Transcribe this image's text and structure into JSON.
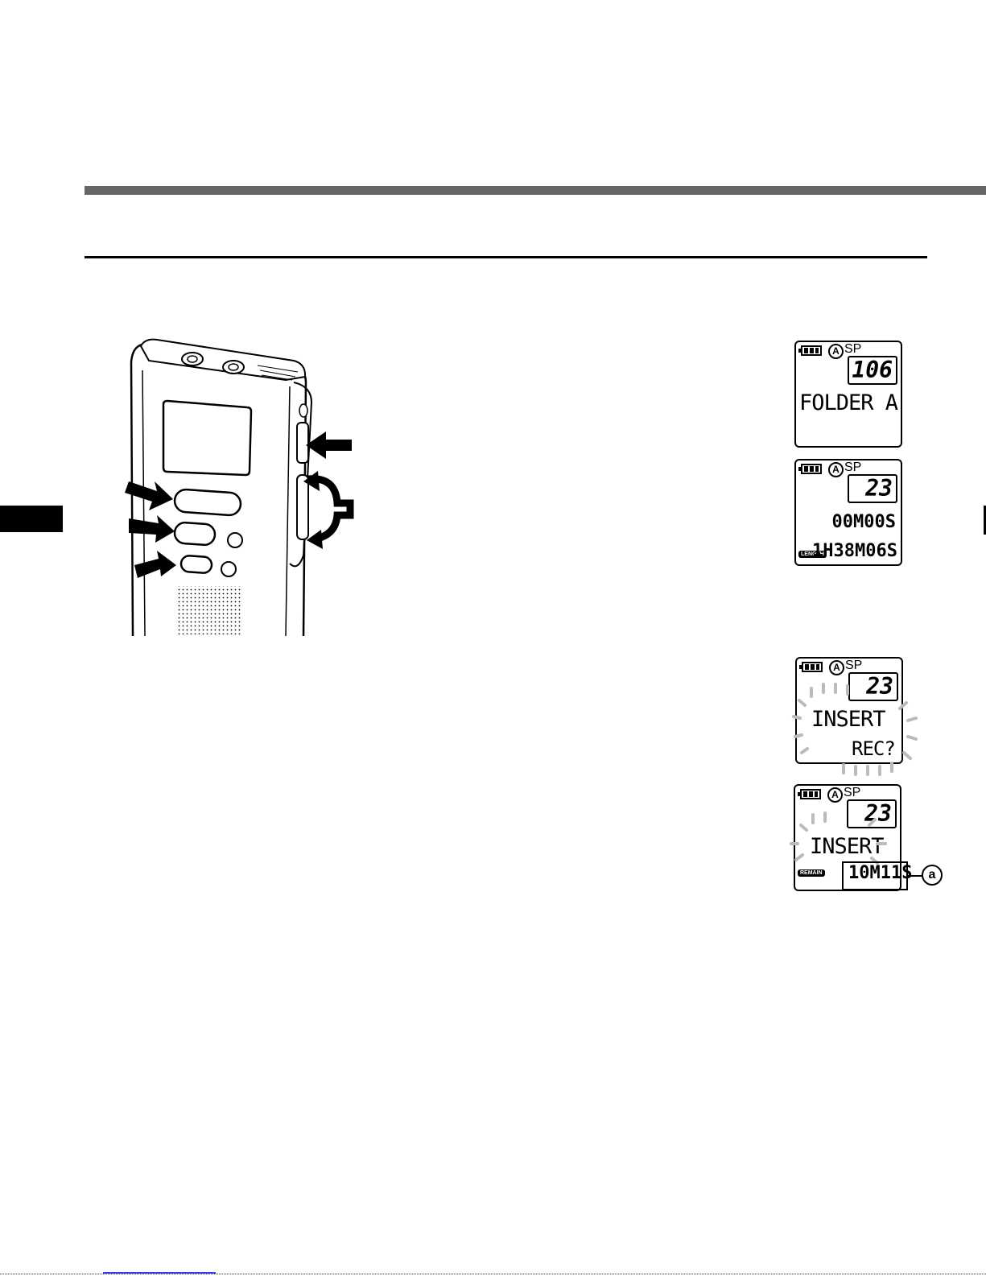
{
  "displays": [
    {
      "mode": "SP",
      "folder": "A",
      "number": "106",
      "line1": "FOLDER A"
    },
    {
      "mode": "SP",
      "folder": "A",
      "number": "23",
      "line1": "00M00S",
      "tag": "LENGTH",
      "line2": "1H38M06S"
    },
    {
      "mode": "SP",
      "folder": "A",
      "number": "23",
      "line1": "INSERT",
      "line2": "REC?"
    },
    {
      "mode": "SP",
      "folder": "A",
      "number": "23",
      "line1": "INSERT",
      "tag": "REMAIN",
      "line2": "10M11S"
    }
  ],
  "callout": {
    "label": "a"
  },
  "colors": {
    "rule": "#666666",
    "ink": "#000000",
    "link": "#3a3aff"
  }
}
